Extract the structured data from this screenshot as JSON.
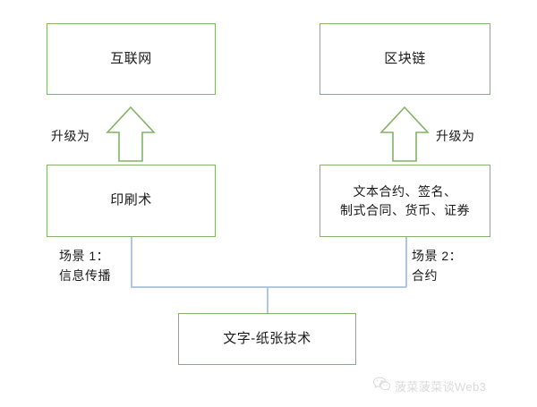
{
  "diagram": {
    "type": "flow-diagram",
    "nodes": [
      {
        "id": "internet",
        "label": "互联网"
      },
      {
        "id": "blockchain",
        "label": "区块链"
      },
      {
        "id": "printing",
        "label": "印刷术"
      },
      {
        "id": "contracts",
        "label": "文本合约、签名、\n制式合同、货币、证券"
      },
      {
        "id": "paper",
        "label": "文字-纸张技术"
      }
    ],
    "arrows": [
      {
        "id": "upgrade-left",
        "label": "升级为",
        "direction": "up"
      },
      {
        "id": "upgrade-right",
        "label": "升级为",
        "direction": "up"
      }
    ],
    "scenes": [
      {
        "id": "scene-1",
        "label": "场景 1：\n信息传播"
      },
      {
        "id": "scene-2",
        "label": "场景 2：\n合约"
      }
    ],
    "colors": {
      "node_border": "#82b366",
      "node_fill": "#ffffff",
      "arrow_stroke": "#82b366",
      "connector": "#b3c6e0",
      "text": "#1a1a1a"
    }
  },
  "watermark": {
    "icon": "wechat-icon",
    "text": "菠菜菠菜谈Web3"
  }
}
